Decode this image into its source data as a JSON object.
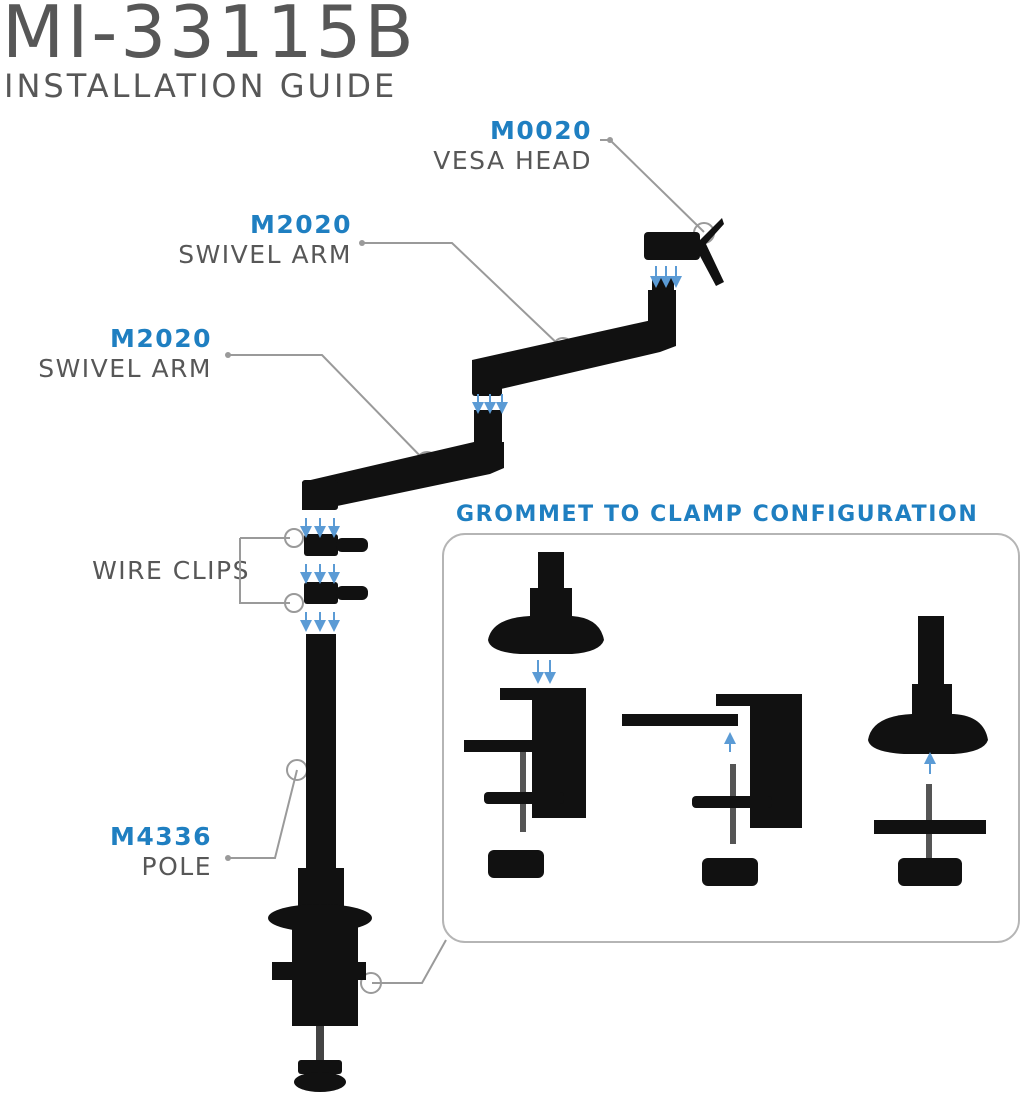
{
  "header": {
    "model": "MI-33115B",
    "subtitle": "INSTALLATION GUIDE"
  },
  "callouts": {
    "vesa_head": {
      "code": "M0020",
      "name": "VESA HEAD"
    },
    "swivel_arm_upper": {
      "code": "M2020",
      "name": "SWIVEL ARM"
    },
    "swivel_arm_lower": {
      "code": "M2020",
      "name": "SWIVEL ARM"
    },
    "wire_clips": {
      "name": "WIRE CLIPS"
    },
    "pole": {
      "code": "M4336",
      "name": "POLE"
    }
  },
  "inset": {
    "title": "GROMMET TO CLAMP CONFIGURATION"
  },
  "colors": {
    "accent": "#1f7fc1",
    "text": "#575757",
    "hardware": "#111111",
    "arrow": "#5b9bd5",
    "leader": "#9a9a9a"
  }
}
